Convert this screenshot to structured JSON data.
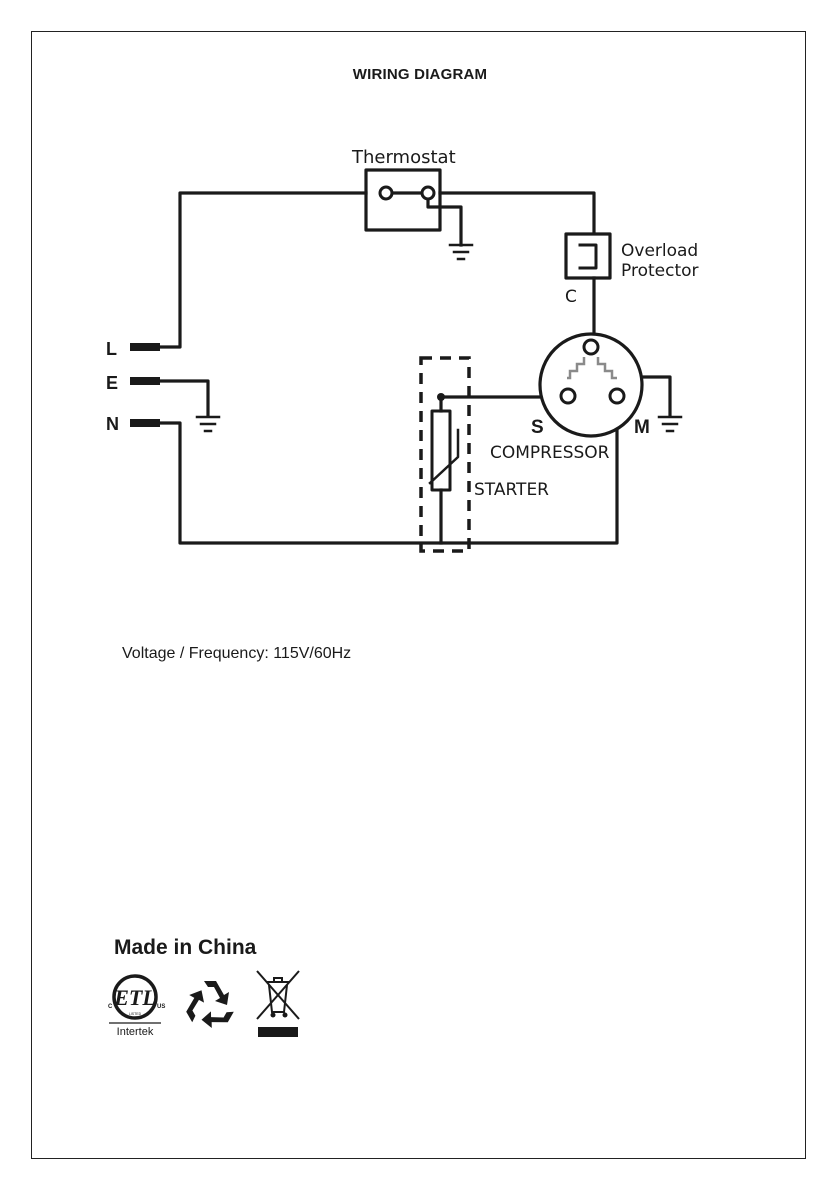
{
  "title": "WIRING DIAGRAM",
  "components": {
    "thermostat": "Thermostat",
    "overload_line1": "Overload",
    "overload_line2": "Protector",
    "c_terminal": "C",
    "s_terminal": "S",
    "m_terminal": "M",
    "compressor": "COMPRESSOR",
    "starter": "STARTER"
  },
  "terminals": [
    "L",
    "E",
    "N"
  ],
  "voltage_text": "Voltage / Frequency: 115V/60Hz",
  "origin_text": "Made in China",
  "certification": {
    "intertek": "Intertek",
    "etl_c": "C",
    "etl_us": "US",
    "etl_listed": "LISTED"
  },
  "icons": [
    "etl-listed-mark-icon",
    "recycle-icon",
    "weee-crossed-bin-icon"
  ]
}
